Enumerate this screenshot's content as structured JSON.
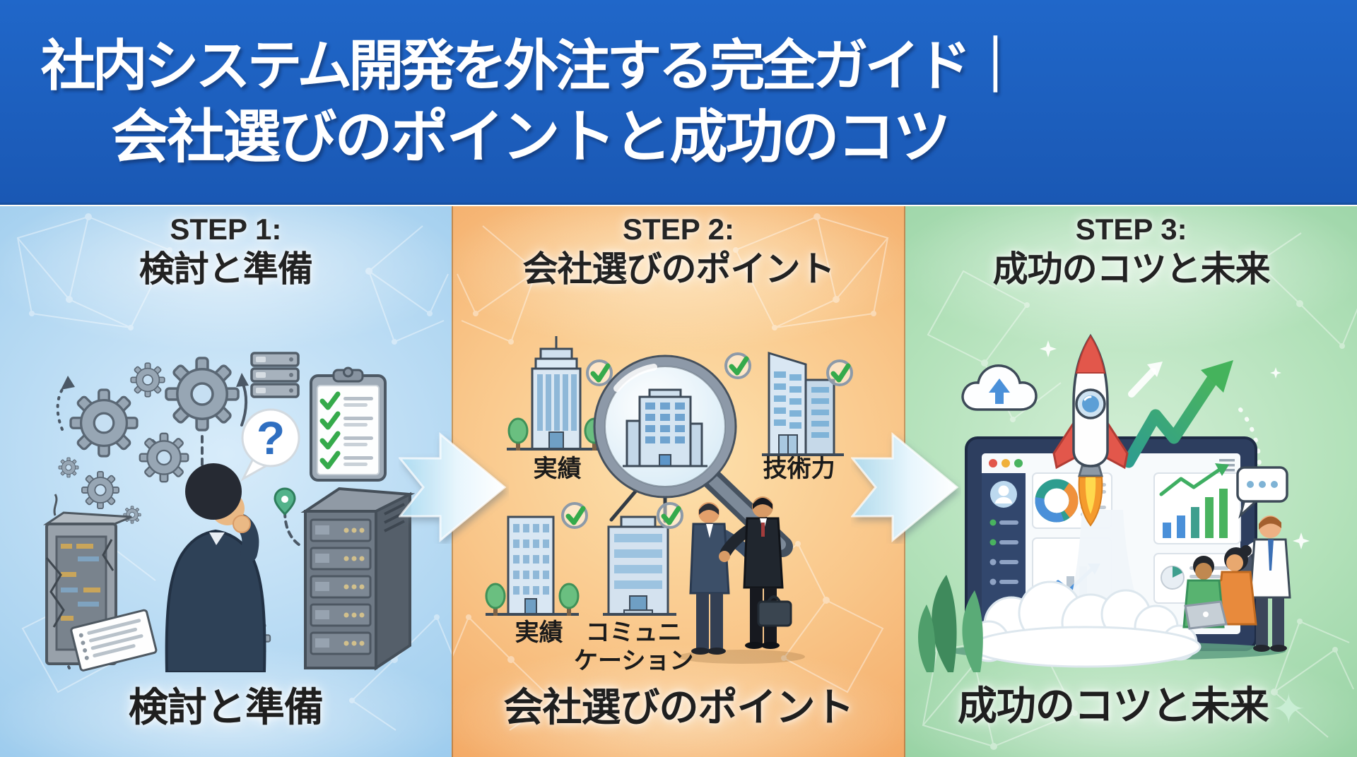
{
  "header": {
    "title_line1": "社内システム開発を外注する完全ガイド｜",
    "title_line2": "会社選びのポイントと成功のコツ"
  },
  "steps": [
    {
      "step_label": "STEP 1:",
      "title": "検討と準備",
      "caption": "検討と準備",
      "question_mark": "?"
    },
    {
      "step_label": "STEP 2:",
      "title": "会社選びのポイント",
      "caption": "会社選びのポイント",
      "labels": {
        "top_left": "実績",
        "top_right": "技術力",
        "bottom_left": "実績",
        "bottom_center": "コミュニ\nケーション"
      }
    },
    {
      "step_label": "STEP 3:",
      "title": "成功のコツと未来",
      "caption": "成功のコツと未来",
      "sparkle": "✦"
    }
  ],
  "palette": {
    "header_bg": "#1c5fbe",
    "panel1_bg": "#aed6f2",
    "panel2_bg": "#f5ab64",
    "panel3_bg": "#a3d9b0",
    "check_green": "#35aa4b",
    "question_blue": "#2f6fc1",
    "rocket_red": "#e2574b",
    "growth_green": "#45b35c"
  }
}
